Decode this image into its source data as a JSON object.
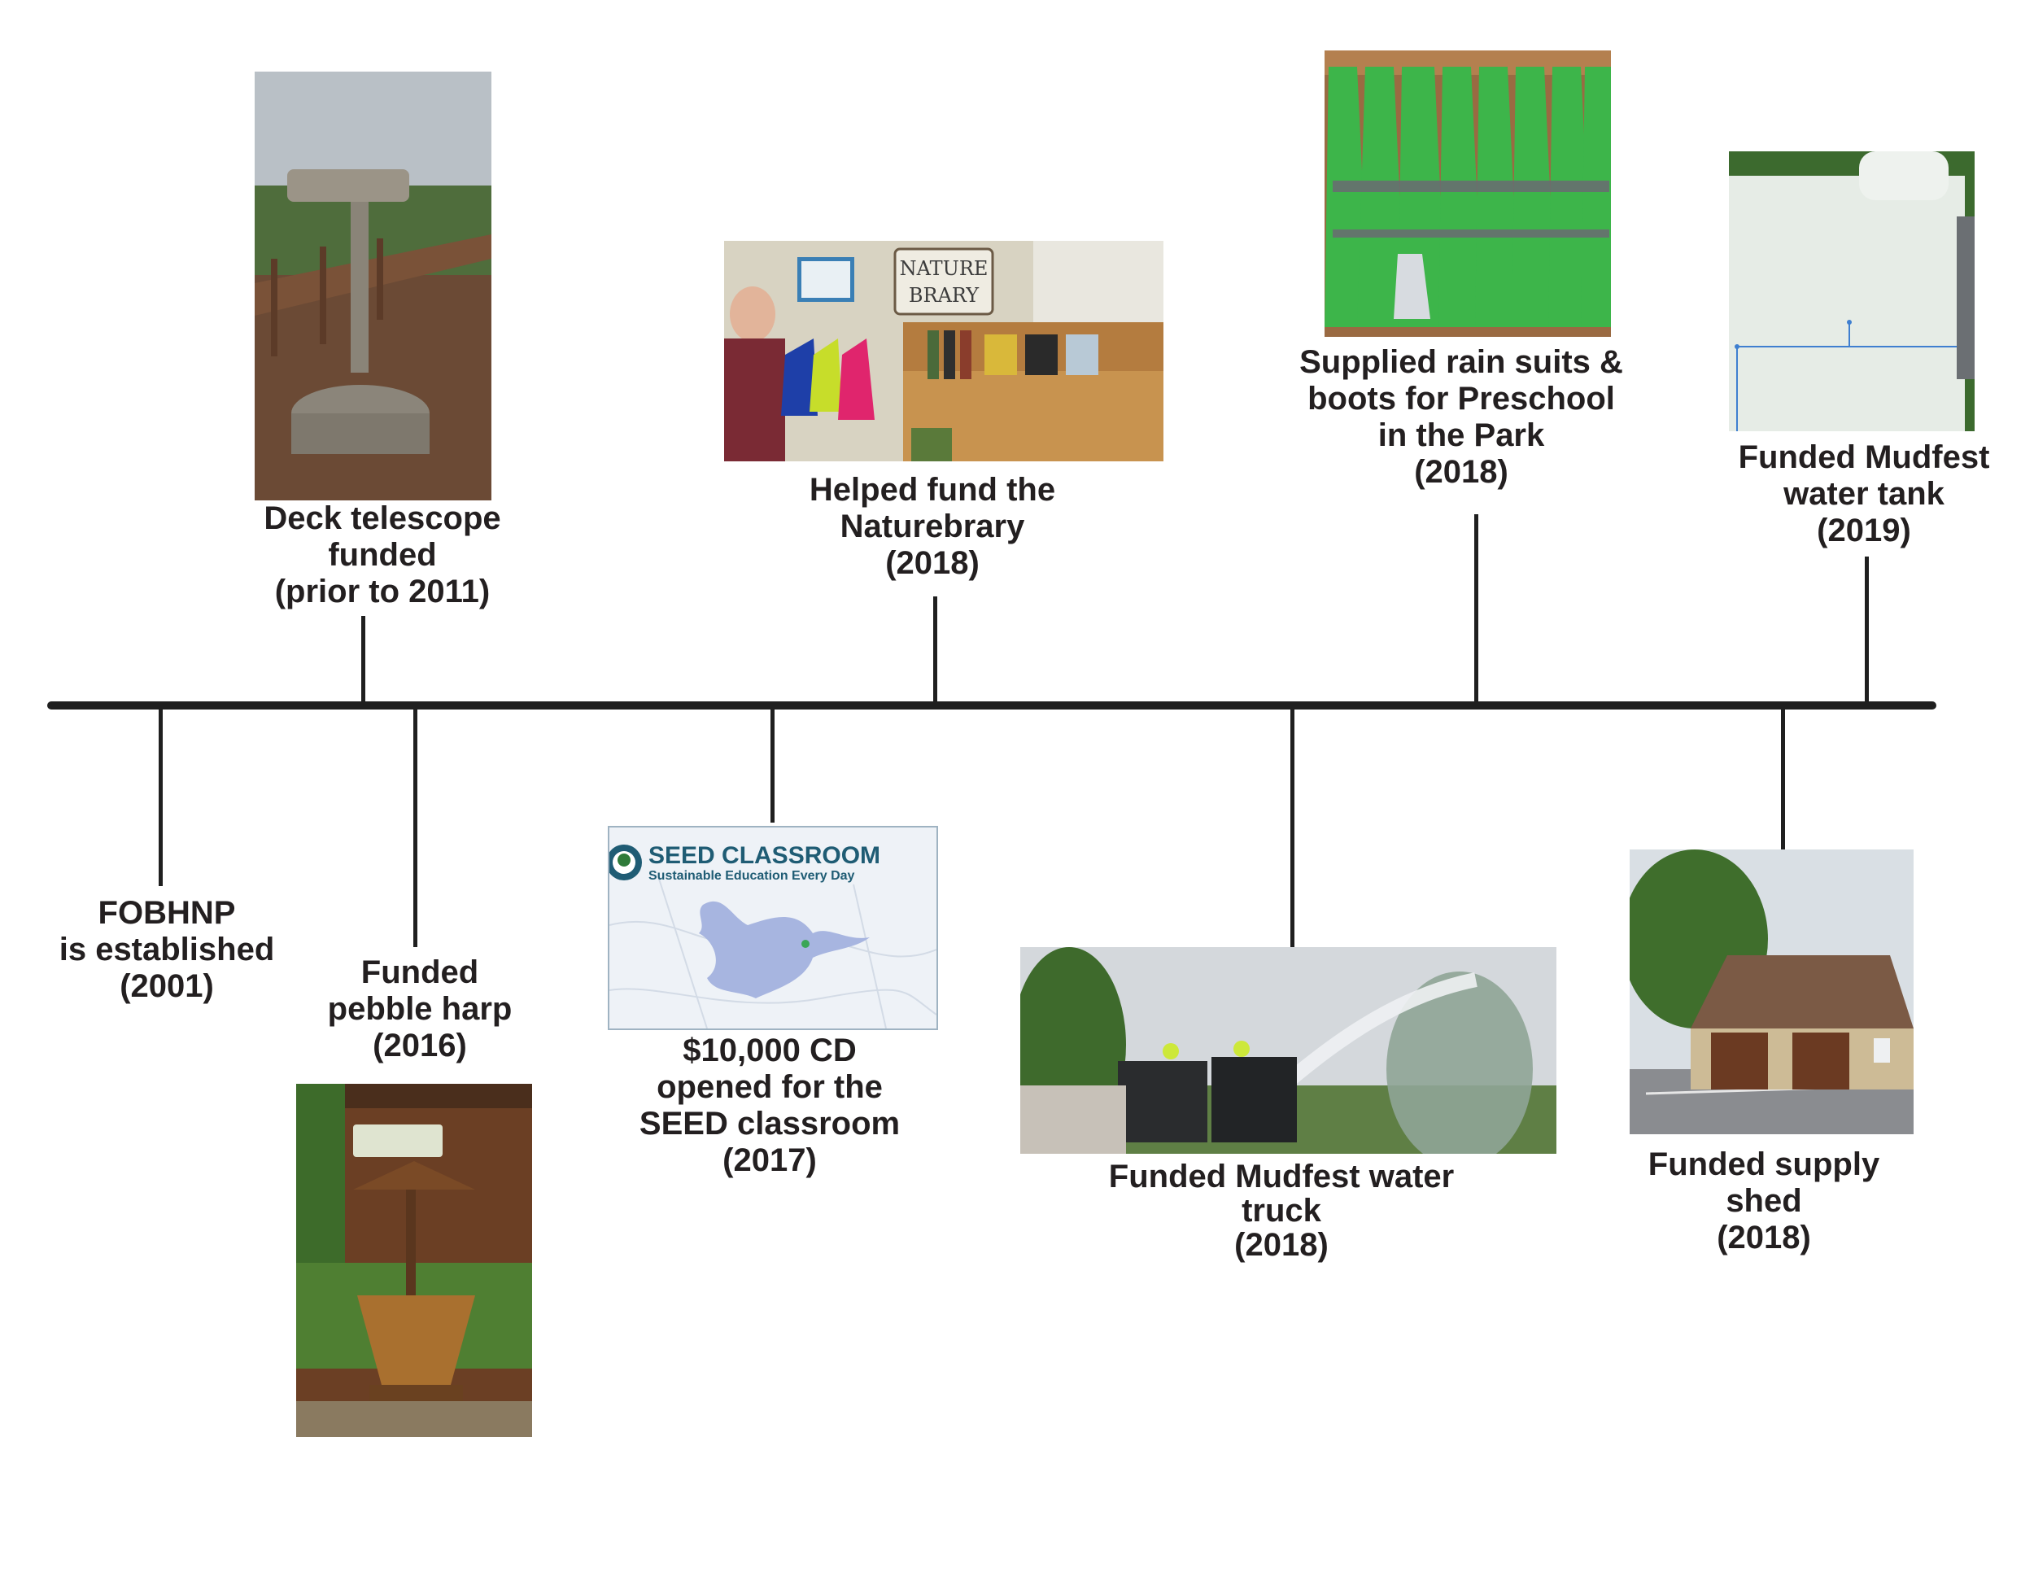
{
  "events": {
    "telescope": {
      "lines": [
        "Deck telescope",
        "funded",
        "(prior to 2011)"
      ]
    },
    "naturebrary": {
      "lines": [
        "Helped fund the",
        "Naturebrary",
        "(2018)"
      ]
    },
    "rain_suits": {
      "lines": [
        "Supplied rain suits &",
        "boots for Preschool",
        "in the Park",
        "(2018)"
      ]
    },
    "water_tank": {
      "lines": [
        "Funded Mudfest",
        "water tank",
        "(2019)"
      ]
    },
    "established": {
      "lines": [
        "FOBHNP",
        "is established",
        "(2001)"
      ]
    },
    "pebble_harp": {
      "lines": [
        "Funded",
        "pebble harp",
        "(2016)"
      ]
    },
    "seed_cd": {
      "lines": [
        "$10,000 CD",
        "opened for the",
        "SEED classroom",
        "(2017)"
      ]
    },
    "water_truck": {
      "lines": [
        "Funded Mudfest water",
        "truck",
        "(2018)"
      ]
    },
    "supply_shed": {
      "lines": [
        "Funded supply",
        "shed",
        "(2018)"
      ]
    }
  },
  "seed_logo": {
    "title": "SEED CLASSROOM",
    "subtitle": "Sustainable Education Every Day"
  },
  "naturebrary_sign": [
    "NATURE",
    "BRARY"
  ],
  "colors": {
    "axis": "#1f1f1f",
    "text": "#231f20",
    "rain_suit_green": "#3db54a",
    "seed_blue": "#1f5c74"
  }
}
